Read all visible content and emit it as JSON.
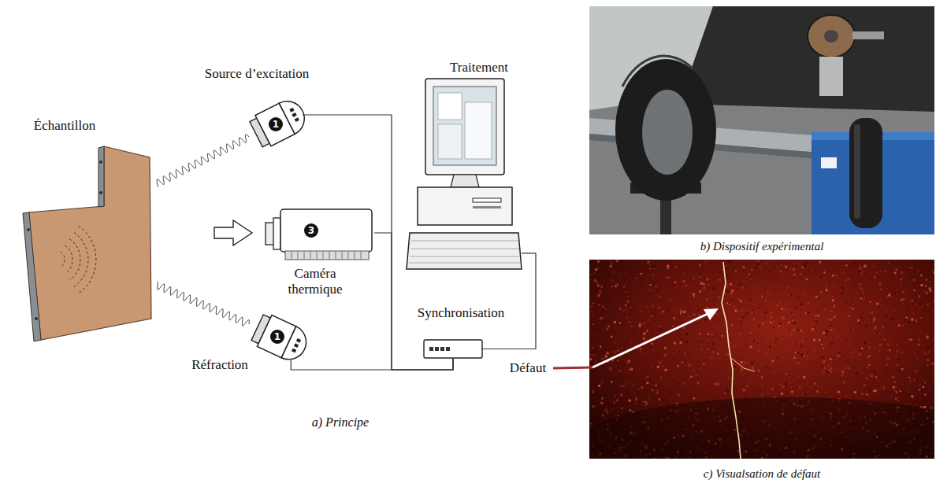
{
  "diagram": {
    "nodes": [
      {
        "text": [
          "Échantillon"
        ]
      },
      {
        "text": [
          "Source d’excitation"
        ]
      },
      {
        "text": [
          "Caméra thermique"
        ]
      },
      {
        "text": [
          "Réfraction"
        ]
      },
      {
        "text": [
          "Traitement"
        ]
      },
      {
        "text": [
          "Synchronisation"
        ]
      }
    ],
    "edges": [
      {
        "from": 1,
        "to": 5,
        "arrow": "none"
      },
      {
        "from": 2,
        "to": 5,
        "arrow": "none"
      },
      {
        "from": 3,
        "to": 5,
        "arrow": "none"
      },
      {
        "from": 5,
        "to": 4,
        "arrow": "none"
      }
    ],
    "labels": [
      "1",
      "3",
      "1",
      "Défaut",
      "a) Principe",
      "b) Dispositif expérimental",
      "c) Visualsation de défaut"
    ]
  }
}
